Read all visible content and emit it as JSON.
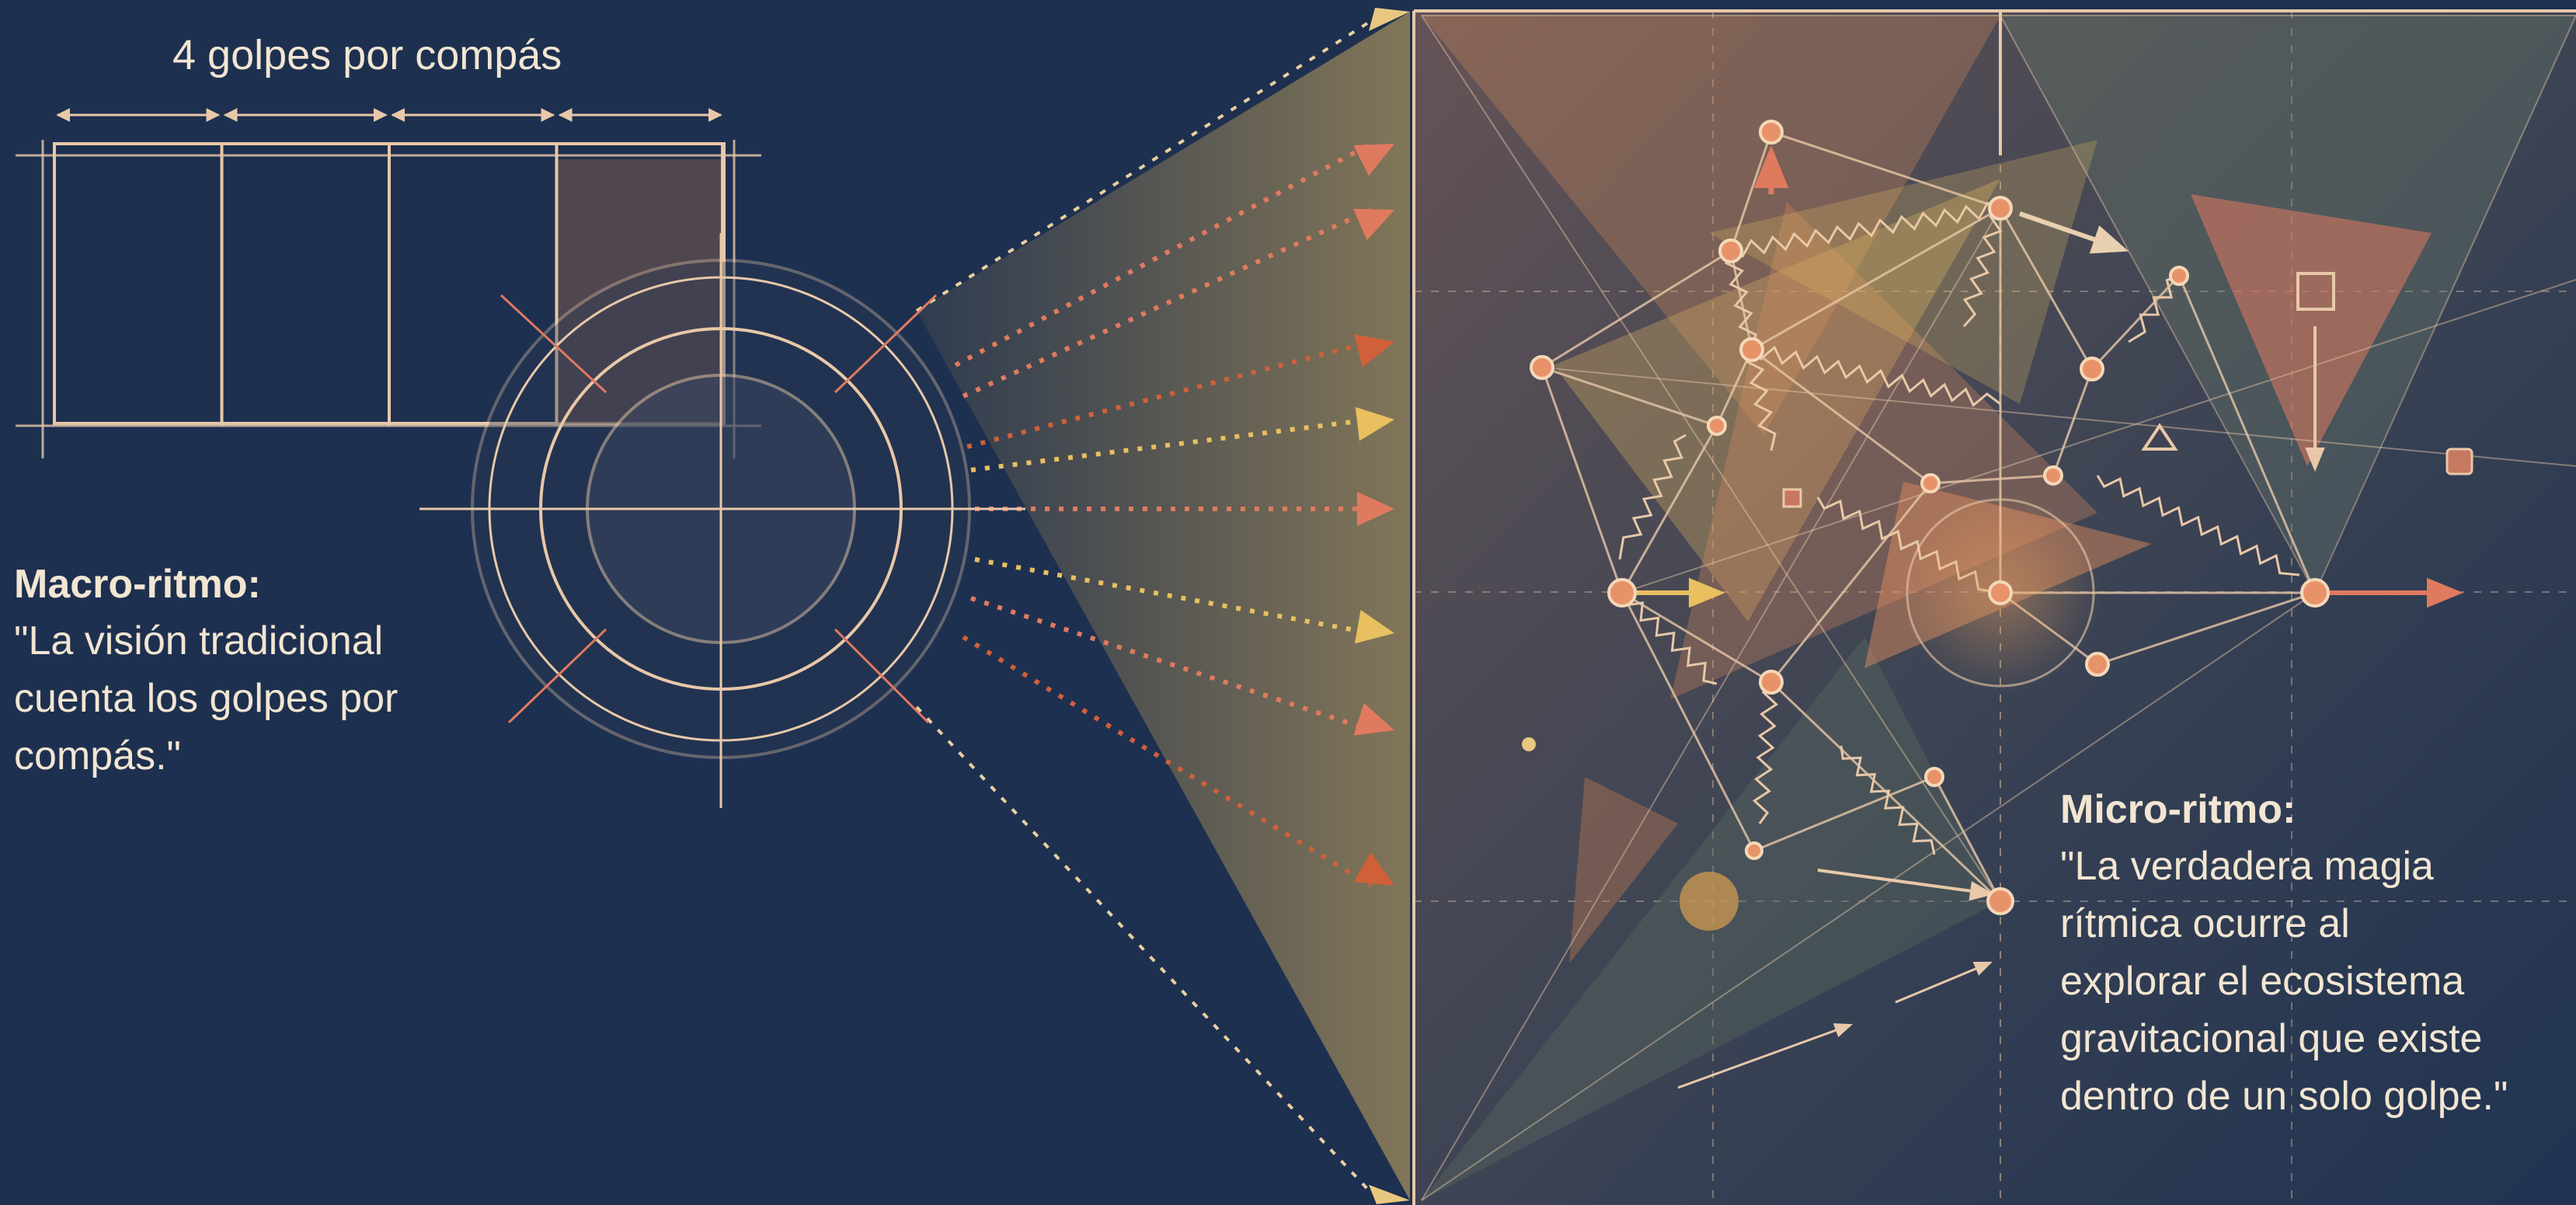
{
  "measure": {
    "label": "4 golpes por compás",
    "beats": 4
  },
  "macro": {
    "title": "Macro-ritmo:",
    "quote": "\"La visión tradicional\ncuenta los golpes por\ncompás.\""
  },
  "micro": {
    "title": "Micro-ritmo:",
    "quote": "\"La verdadera magia\nrítmica ocurre al\nexplorar el ecosistema\ngravitacional que existe\ndentro de un solo golpe.\""
  },
  "colors": {
    "background": "#1e3050",
    "line": "#e8c8a8",
    "salmon": "#e07a5f",
    "yellow": "#e8c060",
    "coral": "#d0603a",
    "text": "#f2e6d2"
  }
}
